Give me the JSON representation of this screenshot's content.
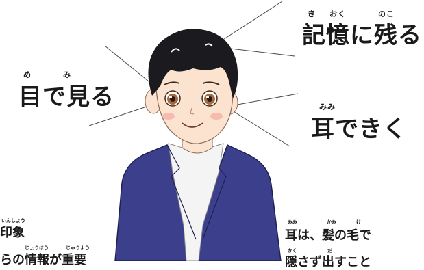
{
  "labels": {
    "memory": {
      "text": "記憶に残る",
      "ruby": [
        "き",
        "おく",
        "のこ"
      ]
    },
    "eyes": {
      "text": "目で見る",
      "ruby": [
        "め",
        "み"
      ]
    },
    "ears": {
      "text": "耳できく",
      "ruby": [
        "みみ"
      ]
    }
  },
  "captions": {
    "left_line1": "印象",
    "left_line1_ruby": "いんしょう",
    "left_line2": "らの情報が重要",
    "left_line2_ruby": [
      "じょうほう",
      "じゅうよう"
    ],
    "right_line1": "耳は、髪の毛で",
    "right_line1_ruby": [
      "みみ",
      "かみ",
      "け"
    ],
    "right_line2": "隠さず出すこと",
    "right_line2_ruby": [
      "かく",
      "だ"
    ]
  },
  "colors": {
    "text": "#1a1a1a",
    "jacket": "#3b3f8c",
    "shirt": "#f4f4f4",
    "skin": "#fbe3cf",
    "hair": "#1b1b1f",
    "cheek": "#f4a9a0",
    "eye": "#a7683a"
  }
}
